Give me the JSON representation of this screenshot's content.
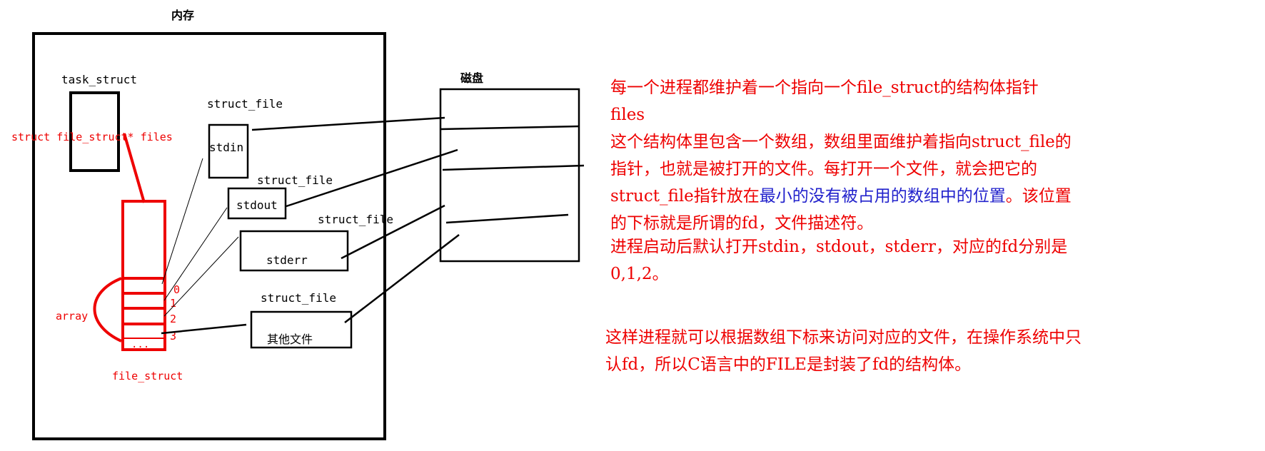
{
  "colors": {
    "black": "#000000",
    "red": "#ee0000",
    "blue": "#2222cc",
    "background": "#ffffff"
  },
  "memory": {
    "title": "内存"
  },
  "disk": {
    "title": "磁盘"
  },
  "task_struct": {
    "label": "task_struct",
    "pointer_label": "struct file_struct* files"
  },
  "file_struct": {
    "label": "file_struct",
    "array_label": "array",
    "ellipsis": "...",
    "indices": [
      "0",
      "1",
      "2",
      "3"
    ]
  },
  "struct_files": [
    {
      "header": "struct_file",
      "content": "stdin"
    },
    {
      "header": "struct_file",
      "content": "stdout"
    },
    {
      "header": "struct_file",
      "content": "stderr"
    },
    {
      "header": "struct_file",
      "content": "其他文件"
    }
  ],
  "notes": {
    "p1_line1": "每一个进程都维护着一个指向一个file_struct的结构体指针",
    "p1_line2": "files",
    "p2_line1": "这个结构体里包含一个数组，数组里面维护着指向struct_file的",
    "p2_line2": "指针，也就是被打开的文件。每打开一个文件，就会把它的",
    "p2_line3_prefix": "struct_file指针放在",
    "p2_line3_blue": "最小的没有被占用的数组中的位置",
    "p2_line3_suffix": "。该位置",
    "p2_line4": "的下标就是所谓的fd，文件描述符。",
    "p3_line1": "进程启动后默认打开stdin，stdout，stderr，对应的fd分别是",
    "p3_line2": "0,1,2。",
    "p4_line1": "这样进程就可以根据数组下标来访问对应的文件，在操作系统中只",
    "p4_line2": "认fd，所以C语言中的FILE是封装了fd的结构体。"
  }
}
